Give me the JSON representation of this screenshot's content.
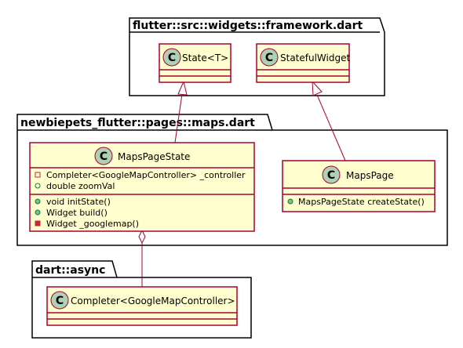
{
  "packages": {
    "framework": {
      "title": "flutter::src::widgets::framework.dart"
    },
    "maps": {
      "title": "newbiepets_flutter::pages::maps.dart"
    },
    "async": {
      "title": "dart::async"
    }
  },
  "classes": {
    "state": {
      "stereotype_letter": "C",
      "name": "State<T>"
    },
    "stateful_widget": {
      "stereotype_letter": "C",
      "name": "StatefulWidget"
    },
    "maps_page_state": {
      "stereotype_letter": "C",
      "name": "MapsPageState",
      "fields": [
        {
          "visibility": "private",
          "text": "Completer<GoogleMapController> _controller"
        },
        {
          "visibility": "public",
          "text": "double zoomVal"
        }
      ],
      "methods": [
        {
          "visibility": "public",
          "text": "void initState()"
        },
        {
          "visibility": "public",
          "text": "Widget build()"
        },
        {
          "visibility": "private",
          "text": "Widget _googlemap()"
        }
      ]
    },
    "maps_page": {
      "stereotype_letter": "C",
      "name": "MapsPage",
      "methods": [
        {
          "visibility": "public",
          "text": "MapsPageState createState()"
        }
      ]
    },
    "completer": {
      "stereotype_letter": "C",
      "name": "Completer<GoogleMapController>"
    }
  },
  "colors": {
    "class_fill": "#FEFECE",
    "class_border": "#A80036",
    "circle_fill": "#ADD1B2",
    "visibility_public": "#84BE84",
    "visibility_private": "#C82930",
    "relation_line": "#A80036"
  }
}
